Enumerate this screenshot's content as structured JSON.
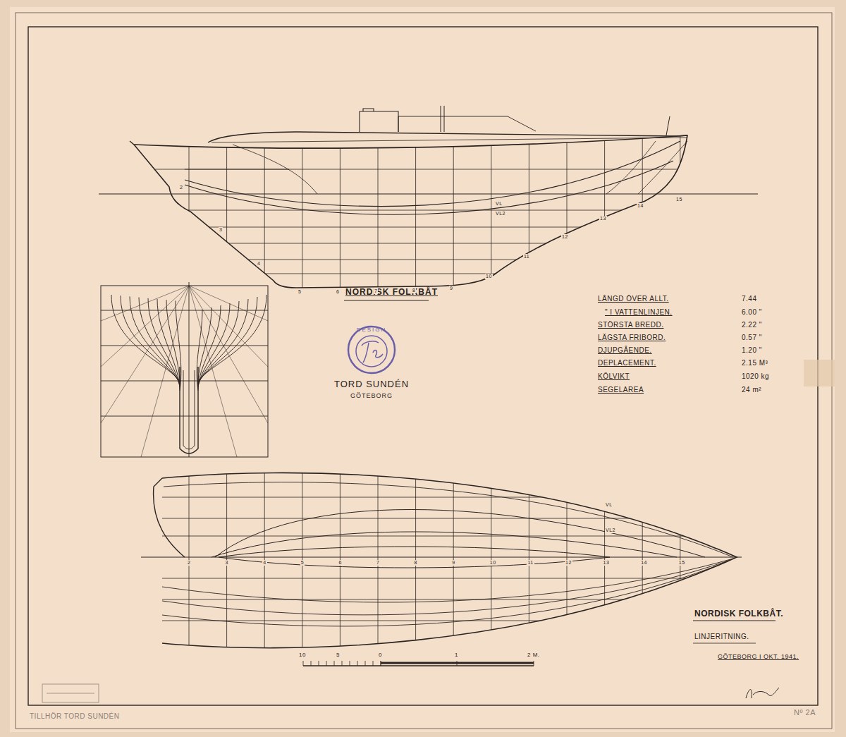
{
  "diagram": {
    "title": "NORDISK FOLKBÅT",
    "nodes": [
      {
        "text": [
          "DESIGN",
          "TORD SUNDÉN",
          "GÖTEBORG"
        ]
      }
    ],
    "labels": [
      "LÄNGD ÖVER ALLT.",
      "7.44",
      "\" I VATTENLINJEN.",
      "6.00 \"",
      "STÖRSTA BREDD.",
      "2.22 \"",
      "LÄGSTA FRIBORD.",
      "0.57 \"",
      "DJUPGÅENDE.",
      "1.20 \"",
      "DEPLACEMENT.",
      "2.15 M³",
      "KÖLVIKT",
      "1020 kg",
      "SEGELAREA",
      "24 m²",
      "NORDISK FOLKBÅT.",
      "LINJERITNING.",
      "GÖTEBORG I OKT. 1941.",
      "Nº 2A",
      "TILLHÖR TORD SUNDÉN",
      "10",
      "5",
      "0",
      "1",
      "2 M.",
      "2",
      "3",
      "4",
      "5",
      "6",
      "7",
      "8",
      "9",
      "10",
      "11",
      "12",
      "13",
      "14",
      "15",
      "VL",
      "VL2",
      "2",
      "3",
      "4",
      "5",
      "6",
      "7",
      "8",
      "9",
      "10",
      "11",
      "12",
      "13",
      "14",
      "15",
      "VL",
      "VL2"
    ]
  }
}
